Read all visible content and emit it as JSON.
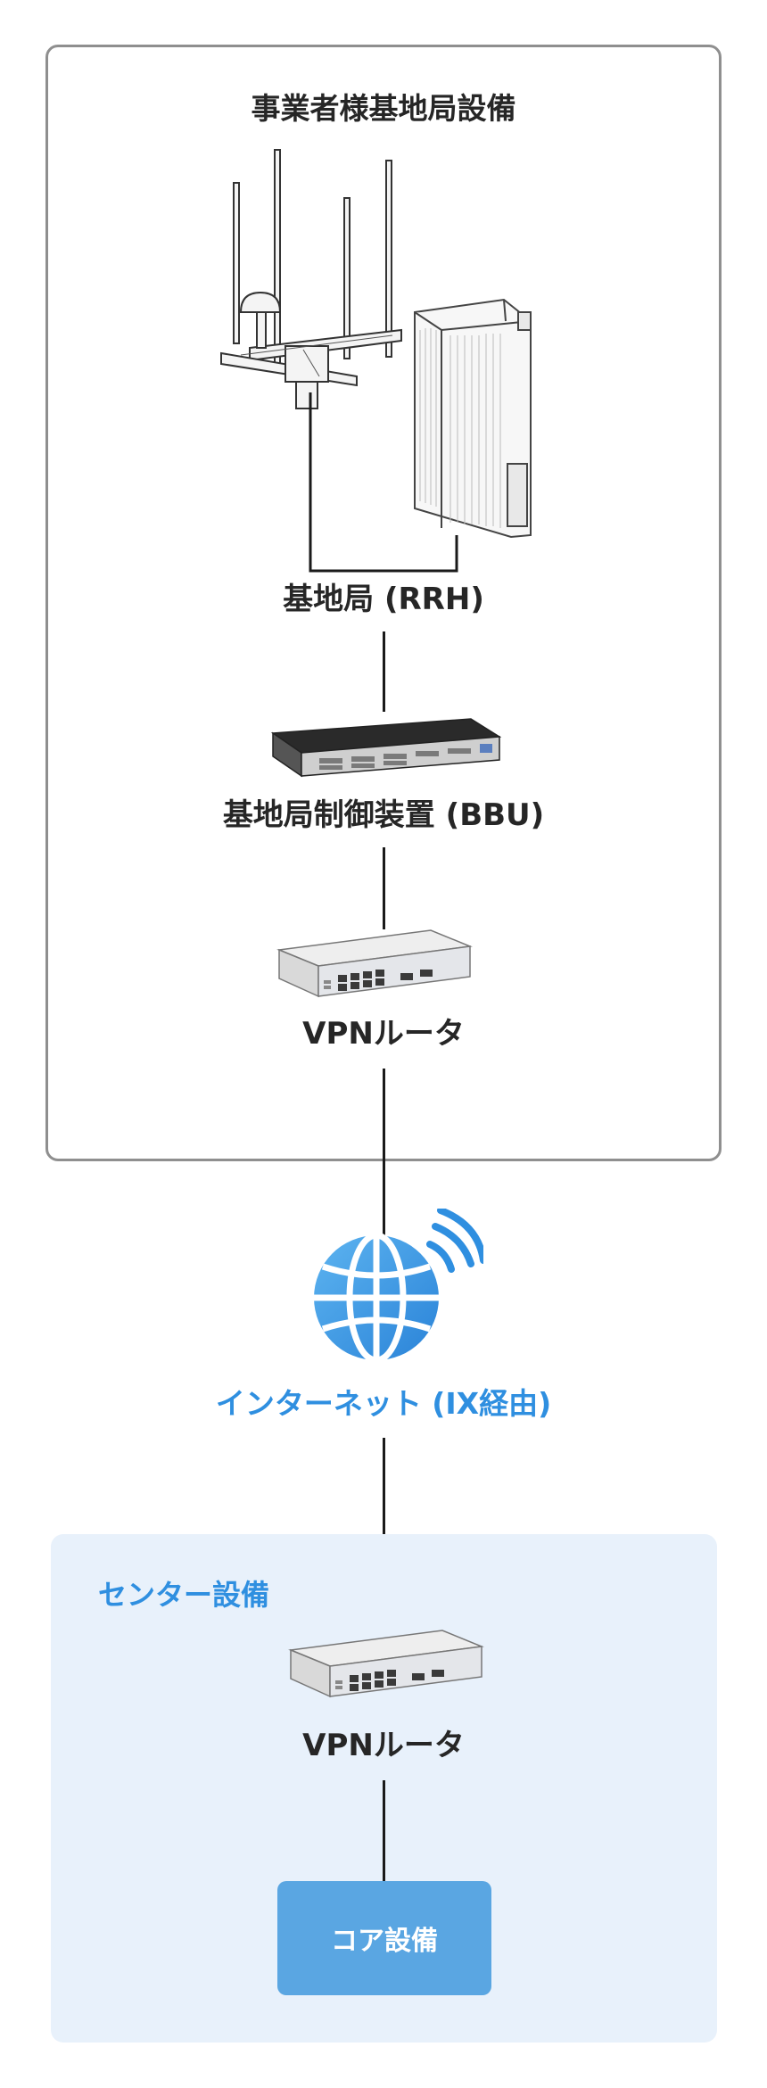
{
  "operator": {
    "title": "事業者様基地局設備",
    "rrh_label": "基地局 (RRH)",
    "bbu_label": "基地局制御装置 (BBU)",
    "router_label": "VPNルータ"
  },
  "internet": {
    "label": "インターネット (IX経由)",
    "icon": "globe-wifi-icon"
  },
  "center": {
    "title": "センター設備",
    "router_label": "VPNルータ",
    "core_label": "コア設備"
  },
  "colors": {
    "accent_blue": "#2f8fe0",
    "core_box": "#5aa6e2",
    "center_bg": "#e8f1fb",
    "panel_border": "#8f8f8f"
  }
}
